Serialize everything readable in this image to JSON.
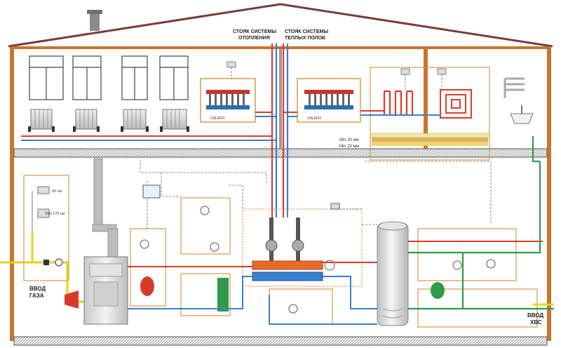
{
  "labels": {
    "riser_heating_line1": "СТОЯК СИСТЕМЫ",
    "riser_heating_line2": "ОТОПЛЕНИЯ",
    "riser_floor_line1": "СТОЯК СИСТЕМЫ",
    "riser_floor_line2": "ТЕПЛЫХ ПОЛОВ",
    "gas_inlet_line1": "ВВОД",
    "gas_inlet_line2": "ГАЗА",
    "water_inlet_line1": "ВВОД",
    "water_inlet_line2": "ХВС",
    "min30": "Min 30 мм",
    "min20": "Min 20 мм",
    "dim50": "50 см",
    "dim150": "150-170 см",
    "brand": "CALEFFI"
  },
  "colors": {
    "roof": "#7a3b3b",
    "wall": "#c8742f",
    "hot_pipe": "#e03a2a",
    "cold_pipe": "#3a7fd0",
    "dhw_pipe": "#2e9a4a",
    "gas_pipe": "#e8d21a",
    "frame": "#d69a4a",
    "dashed": "#666666"
  }
}
